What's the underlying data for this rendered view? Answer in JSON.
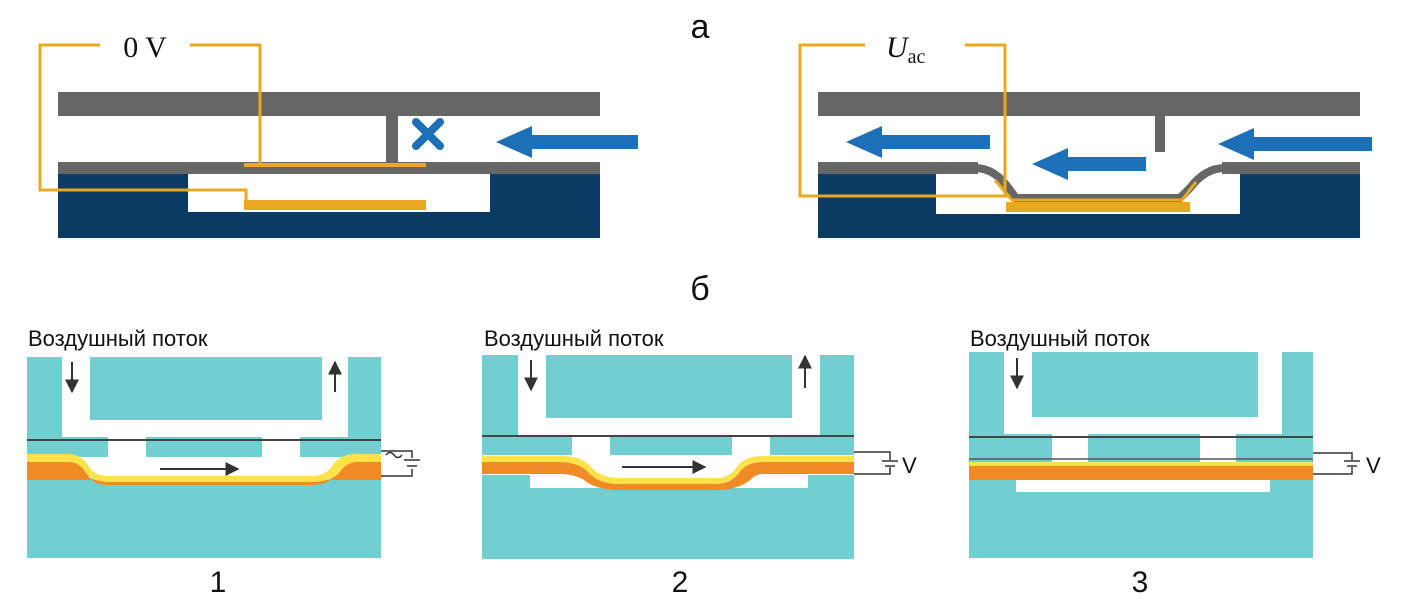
{
  "part_labels": {
    "a": "а",
    "b": "б"
  },
  "panel_a": {
    "left": {
      "voltage_label": "0 V"
    },
    "right": {
      "voltage_label_main": "U",
      "voltage_label_sub": "ac"
    }
  },
  "panel_b": {
    "flow_label": "Воздушный поток",
    "voltage_symbol": "V",
    "steps": [
      "1",
      "2",
      "3"
    ]
  },
  "colors": {
    "dark_gray": "#666666",
    "navy": "#0b3a63",
    "gold": "#e9a820",
    "blue_arrow": "#1d6fb8",
    "teal": "#72cfd1",
    "orange": "#f08a24",
    "yellow": "#ffe14a"
  }
}
